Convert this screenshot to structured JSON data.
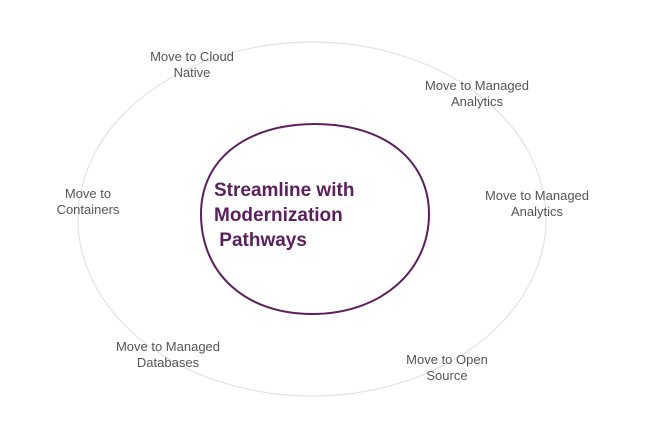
{
  "colors": {
    "accent": "#5b1f5e",
    "outer_ring": "#e3e3e3",
    "label_text": "#555555",
    "background": "#ffffff"
  },
  "center": {
    "lines": [
      "Streamline with",
      "Modernization",
      " Pathways"
    ]
  },
  "nodes": [
    {
      "id": "cloud-native",
      "lines": [
        "Move to Cloud",
        "Native"
      ]
    },
    {
      "id": "managed-analytics-top",
      "lines": [
        "Move to Managed",
        "Analytics"
      ]
    },
    {
      "id": "containers",
      "lines": [
        "Move to",
        "Containers"
      ]
    },
    {
      "id": "managed-analytics-right",
      "lines": [
        "Move to Managed",
        "Analytics"
      ]
    },
    {
      "id": "managed-databases",
      "lines": [
        "Move to Managed",
        "Databases"
      ]
    },
    {
      "id": "open-source",
      "lines": [
        "Move to Open",
        "Source"
      ]
    }
  ]
}
